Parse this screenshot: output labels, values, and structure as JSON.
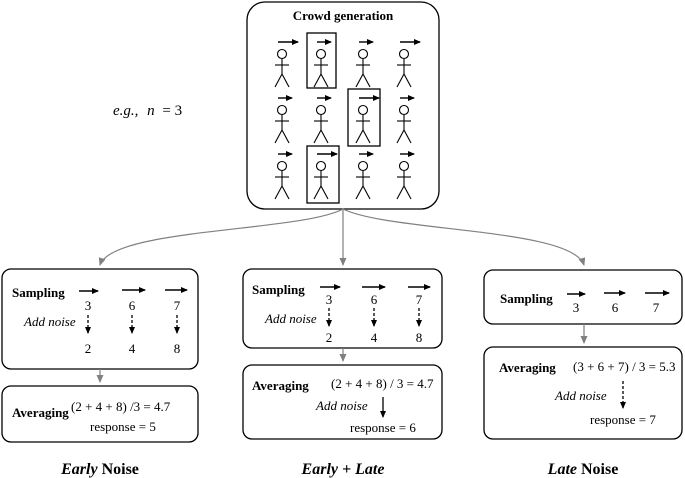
{
  "crowd": {
    "title": "Crowd generation",
    "example_label": "e.g.,",
    "n_symbol": "n",
    "n_value": "= 3"
  },
  "early": {
    "sampling_label": "Sampling",
    "samples": [
      "3",
      "6",
      "7"
    ],
    "noise_label": "Add noise",
    "noisy": [
      "2",
      "4",
      "8"
    ],
    "averaging_label": "Averaging",
    "formula": "(2 + 4 + 8) /3 = 4.7",
    "response": "response = 5",
    "caption_main": "Early",
    "caption_rest": " Noise"
  },
  "mixed": {
    "sampling_label": "Sampling",
    "samples": [
      "3",
      "6",
      "7"
    ],
    "noise_label": "Add noise",
    "noisy": [
      "2",
      "4",
      "8"
    ],
    "averaging_label": "Averaging",
    "formula": "(2 + 4 + 8) / 3 = 4.7",
    "noise_label_2": "Add noise",
    "response": "response = 6",
    "caption": "Early + Late"
  },
  "late": {
    "sampling_label": "Sampling",
    "samples": [
      "3",
      "6",
      "7"
    ],
    "averaging_label": "Averaging",
    "formula": "(3 + 6 + 7) / 3 = 5.3",
    "noise_label": "Add noise",
    "response": "response = 7",
    "caption_main": "Late",
    "caption_rest": " Noise"
  },
  "colors": {
    "connector": "#808080",
    "stroke": "#000000"
  },
  "icons": [
    "stick-figure-icon",
    "direction-arrow-icon"
  ]
}
